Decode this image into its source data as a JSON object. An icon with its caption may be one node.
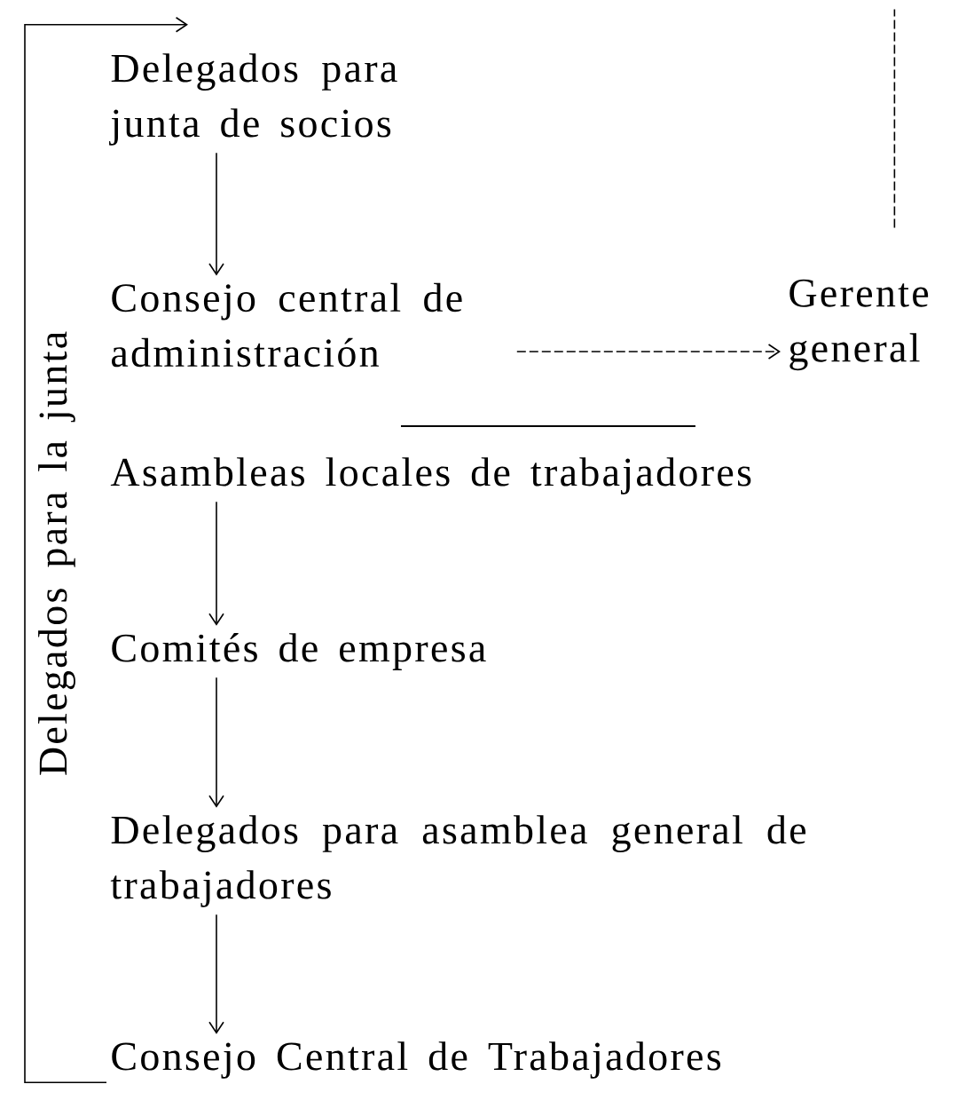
{
  "diagram": {
    "nodes": [
      {
        "text": [
          "Delegados para junta de socios"
        ]
      },
      {
        "text": [
          "Consejo central de administración"
        ]
      },
      {
        "text": [
          "Gerente general"
        ]
      },
      {
        "text": [
          "Asambleas locales de trabajadores"
        ]
      },
      {
        "text": [
          "Comités de empresa"
        ]
      },
      {
        "text": [
          "Delegados para asamblea general de trabajadores"
        ]
      },
      {
        "text": [
          "Consejo Central de Trabajadores"
        ]
      }
    ],
    "edges": [
      {
        "from": 0,
        "to": 1,
        "arrow": "to"
      },
      {
        "from": 1,
        "to": 2,
        "arrow": "to",
        "style": "dashed"
      },
      {
        "from": 2,
        "to": null,
        "arrow": "none",
        "style": "dashed"
      },
      {
        "from": 3,
        "to": 4,
        "arrow": "to"
      },
      {
        "from": 4,
        "to": 5,
        "arrow": "to"
      },
      {
        "from": 5,
        "to": 6,
        "arrow": "to"
      },
      {
        "from": 6,
        "to": 0,
        "arrow": "to",
        "label": "Delegados para la junta"
      }
    ]
  }
}
